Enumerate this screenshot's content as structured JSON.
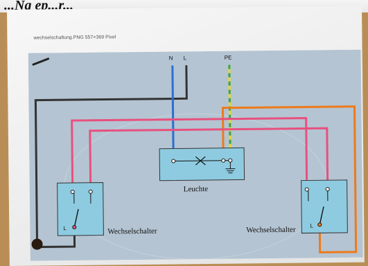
{
  "photo_caption": "...Ng ep...r...",
  "file_title": "wechselschaltung.PNG 557×369 Pixel",
  "terminals": {
    "n": "N",
    "l": "L",
    "pe": "PE"
  },
  "lamp": {
    "label": "Leuchte"
  },
  "switch_left": {
    "label": "Wechselschalter",
    "terminal": "L"
  },
  "switch_right": {
    "label": "Wechselschalter",
    "terminal": "L"
  },
  "colors": {
    "background": "#b4c4d2",
    "box": "#8ecbe0",
    "neutral": "#2a6fd2",
    "phase": "#333333",
    "earth_yellow": "#e4dc2a",
    "earth_green": "#3aa34a",
    "traveler": "#e8507e",
    "orange": "#ee7a1a"
  }
}
